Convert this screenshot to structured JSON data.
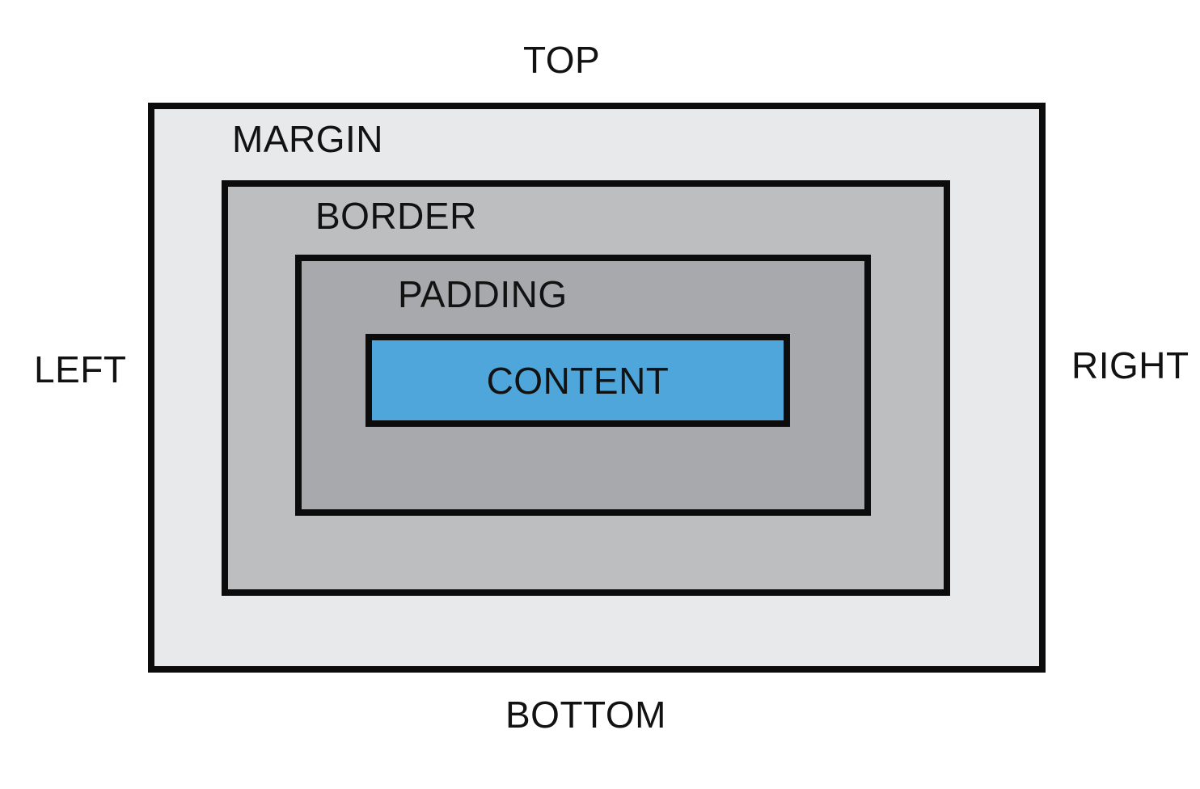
{
  "diagram": {
    "type": "css-box-model",
    "edge_labels": {
      "top": "TOP",
      "bottom": "BOTTOM",
      "left": "LEFT",
      "right": "RIGHT"
    },
    "boxes": [
      {
        "name": "margin",
        "label": "MARGIN",
        "fill": "#e8e9eb"
      },
      {
        "name": "border",
        "label": "BORDER",
        "fill": "#bcbec0"
      },
      {
        "name": "padding",
        "label": "PADDING",
        "fill": "#a7a9ac"
      },
      {
        "name": "content",
        "label": "CONTENT",
        "fill": "#4ea6db"
      }
    ],
    "colors": {
      "outline": "#0c0c0c",
      "text": "#121212",
      "page_background": "#ffffff"
    }
  }
}
